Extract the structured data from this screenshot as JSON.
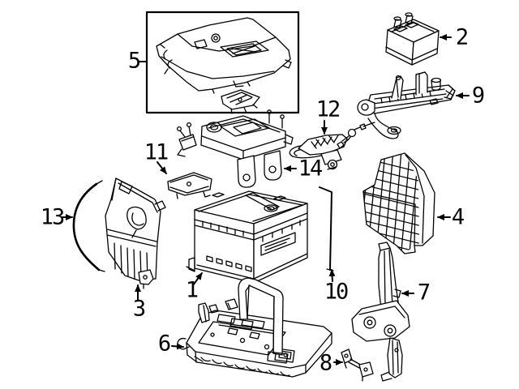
{
  "diagram": {
    "type": "exploded_parts_diagram",
    "colors": {
      "background": "#ffffff",
      "line_art": "#000000"
    },
    "callouts": [
      {
        "label": "1",
        "arrow_dir": "up-right"
      },
      {
        "label": "2",
        "arrow_dir": "left"
      },
      {
        "label": "3",
        "arrow_dir": "up"
      },
      {
        "label": "4",
        "arrow_dir": "left"
      },
      {
        "label": "5",
        "arrow_dir": "leader-line"
      },
      {
        "label": "6",
        "arrow_dir": "right"
      },
      {
        "label": "7",
        "arrow_dir": "left"
      },
      {
        "label": "8",
        "arrow_dir": "right"
      },
      {
        "label": "9",
        "arrow_dir": "left"
      },
      {
        "label": "10",
        "arrow_dir": "up"
      },
      {
        "label": "11",
        "arrow_dir": "down-right"
      },
      {
        "label": "12",
        "arrow_dir": "down"
      },
      {
        "label": "13",
        "arrow_dir": "right"
      },
      {
        "label": "14",
        "arrow_dir": "left"
      }
    ]
  }
}
